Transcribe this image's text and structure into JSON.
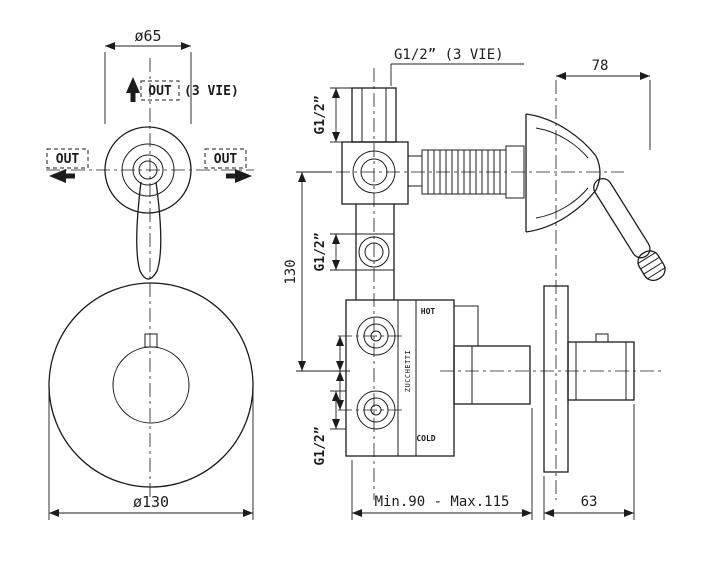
{
  "page": {
    "background": "#ffffff",
    "line_color": "#1c1c1c"
  },
  "front_view": {
    "dia_escutcheon": "ø65",
    "out_top": "OUT",
    "out_top_note": "(3 VIE)",
    "out_left": "OUT",
    "out_right": "OUT",
    "dia_plate": "ø130"
  },
  "side_view": {
    "top_connection": "G1/2” (3 VIE)",
    "thread_top": "G1/2”",
    "thread_mid": "G1/2”",
    "thread_bottom": "G1/2”",
    "height_dim": "130",
    "handle_depth_dim": "78",
    "rough_in_dim": "Min.90 - Max.115",
    "trim_depth_dim": "63",
    "hot_label": "HOT",
    "cold_label": "COLD",
    "brand": "ZUCCHETTI"
  }
}
